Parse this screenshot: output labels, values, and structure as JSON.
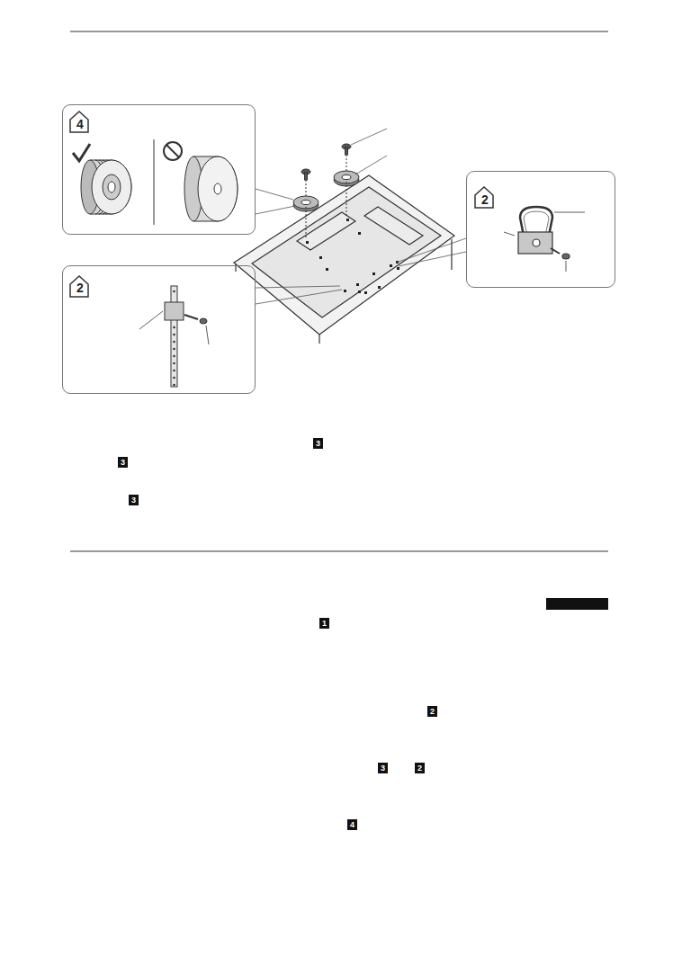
{
  "diagram": {
    "nodes": [
      {
        "text": [
          "4"
        ]
      },
      {
        "text": [
          "2"
        ]
      },
      {
        "text": [
          "2"
        ]
      }
    ],
    "labels": [
      "3",
      "3",
      "3",
      "1",
      "2",
      "3",
      "2",
      "4"
    ]
  }
}
